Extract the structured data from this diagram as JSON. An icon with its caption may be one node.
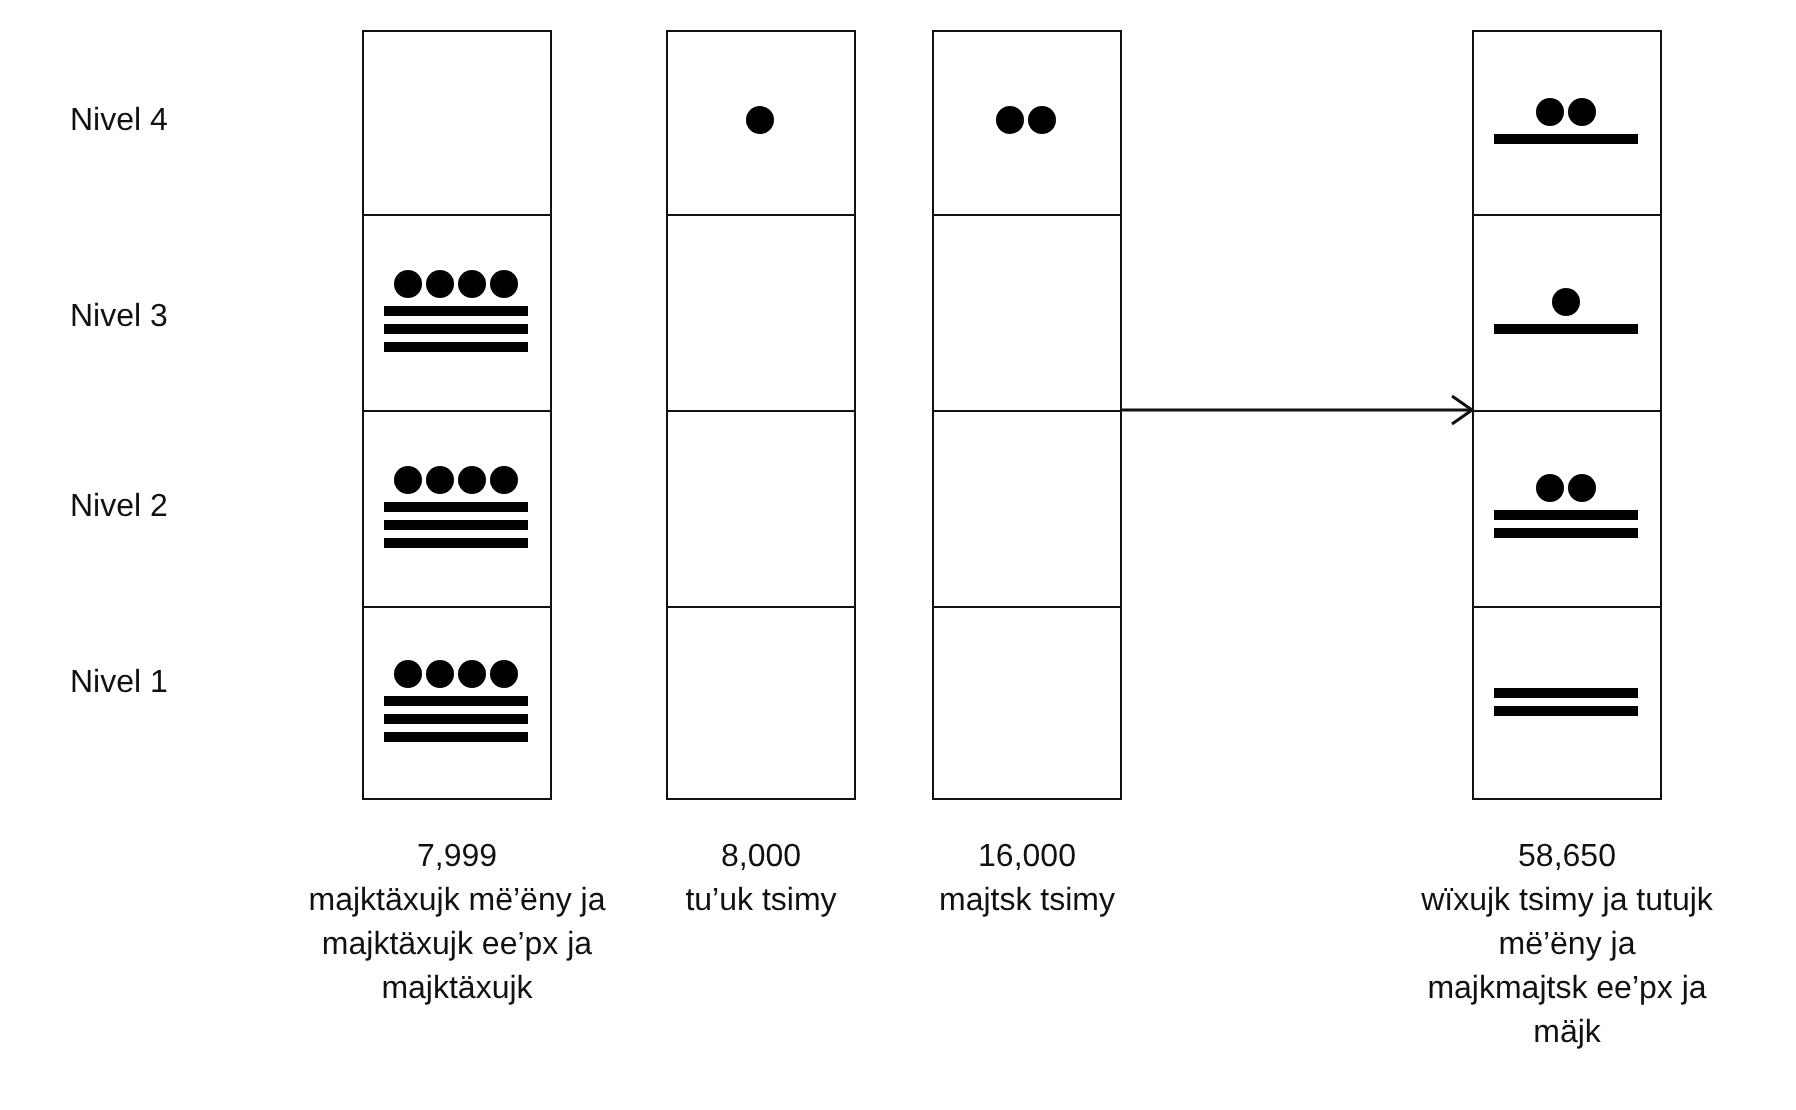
{
  "diagram": {
    "nodes": [
      {
        "text": [],
        "shape": "box",
        "beside": [
          "7,999",
          "majktäxujk më’ëny ja majktäxujk ee’px ja majktäxujk"
        ]
      },
      {
        "text": [],
        "shape": "box",
        "beside": [
          "8,000",
          "tu’uk tsimy"
        ]
      },
      {
        "text": [],
        "shape": "box",
        "beside": [
          "16,000",
          "majtsk tsimy"
        ]
      },
      {
        "text": [],
        "shape": "box",
        "beside": [
          "58,650",
          "wïxujk tsimy ja tutujk më’ëny ja majkmajtsk ee’px ja mäjk"
        ]
      }
    ],
    "edges": [
      {
        "from": 2,
        "to": 3,
        "arrow": "to"
      }
    ],
    "labels": [
      "Nivel 4",
      "Nivel 3",
      "Nivel 2",
      "Nivel 1"
    ]
  }
}
